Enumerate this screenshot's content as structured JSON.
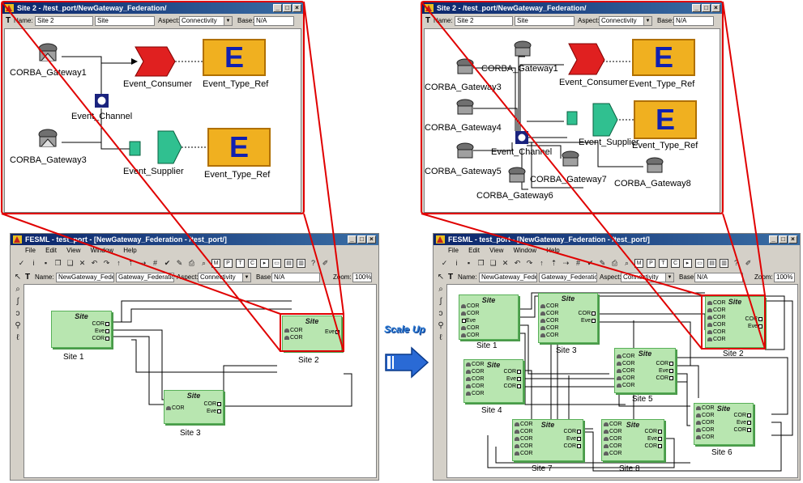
{
  "zoom_left": {
    "title": "Site 2 - /test_port/NewGateway_Federation/",
    "name_label": "Name:",
    "name_value": "Site 2",
    "kind_value": "Site",
    "aspect_label": "Aspect:",
    "aspect_value": "Connectivity",
    "base_label": "Base:",
    "base_value": "N/A",
    "nodes": {
      "gw1": "CORBA_Gateway1",
      "gw3": "CORBA_Gateway3",
      "consumer": "Event_Consumer",
      "channel": "Event_Channel",
      "supplier": "Event_Supplier",
      "ref1": "Event_Type_Ref",
      "ref2": "Event_Type_Ref",
      "e_letter": "E"
    }
  },
  "zoom_right": {
    "title": "Site 2 - /test_port/NewGateway_Federation/",
    "name_label": "Name:",
    "name_value": "Site 2",
    "kind_value": "Site",
    "aspect_label": "Aspect:",
    "aspect_value": "Connectivity",
    "base_label": "Base:",
    "base_value": "N/A",
    "nodes": {
      "gw1": "CORBA_Gateway1",
      "gw3": "CORBA_Gateway3",
      "gw4": "CORBA_Gateway4",
      "gw5": "CORBA_Gateway5",
      "gw6": "CORBA_Gateway6",
      "gw7": "CORBA_Gateway7",
      "gw8": "CORBA_Gateway8",
      "consumer": "Event_Consumer",
      "channel": "Event_Channel",
      "supplier": "Event_Supplier",
      "ref1": "Event_Type_Ref",
      "ref2": "Event_Type_Ref",
      "e_letter": "E"
    }
  },
  "main_left": {
    "title": "FESML - test_port - [NewGateway_Federation - /test_port/]",
    "menu": [
      "File",
      "Edit",
      "View",
      "Window",
      "Help"
    ],
    "name_label": "Name:",
    "name_value": "NewGateway_Feder",
    "kind_value": "Gateway_Federation",
    "aspect_label": "Aspect:",
    "aspect_value": "Connectivity",
    "base_label": "Base:",
    "base_value": "N/A",
    "zoom_label": "Zoom:",
    "zoom_value": "100%",
    "site_title": "Site",
    "port_cor": "COR",
    "port_eve": "Eve",
    "sites": [
      "Site 1",
      "Site 2",
      "Site 3"
    ]
  },
  "main_right": {
    "title": "FESML - test_port - [NewGateway_Federation - /test_port/]",
    "menu": [
      "File",
      "Edit",
      "View",
      "Window",
      "Help"
    ],
    "name_label": "Name:",
    "name_value": "NewGateway_Feder",
    "kind_value": "Gateway_Federation",
    "aspect_label": "Aspect:",
    "aspect_value": "Connectivity",
    "base_label": "Base:",
    "base_value": "N/A",
    "zoom_label": "Zoom:",
    "zoom_value": "100%",
    "site_title": "Site",
    "port_cor": "COR",
    "port_eve": "Eve",
    "sites": [
      "Site 1",
      "Site 2",
      "Site 3",
      "Site 4",
      "Site 5",
      "Site 6",
      "Site 7",
      "Site 8"
    ]
  },
  "scale_up_label": "Scale Up",
  "colors": {
    "highlight": "#e00000",
    "site_fill": "#b8e6b0",
    "titlebar": "#0a246a",
    "event_type": "#f0b020",
    "consumer": "#e02020",
    "supplier": "#30c090",
    "arrow": "#2a6ad5"
  }
}
